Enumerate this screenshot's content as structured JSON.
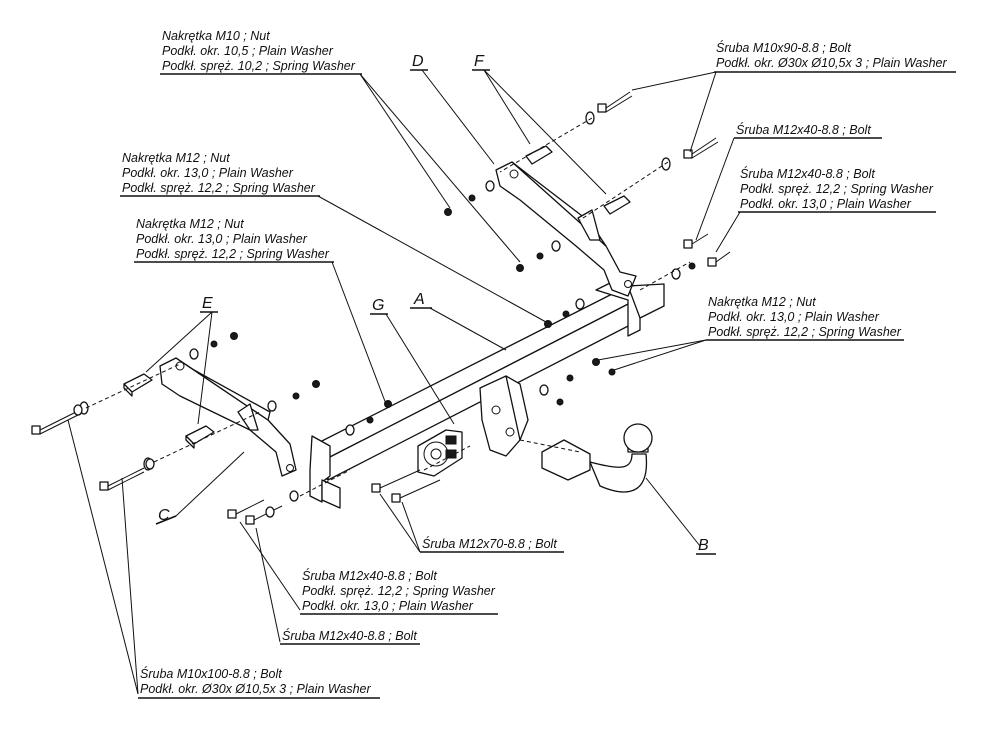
{
  "labels": {
    "nut_m10_1": "Nakrętka  M10 ; Nut",
    "nut_m10_2": "Podkł. okr. 10,5 ;  Plain Washer",
    "nut_m10_3": "Podkł. spręż. 10,2 ; Spring Washer",
    "nut_m12a_1": "Nakrętka  M12 ; Nut",
    "nut_m12a_2": "Podkł. okr. 13,0 ;  Plain Washer",
    "nut_m12a_3": "Podkł. spręż. 12,2 ; Spring Washer",
    "nut_m12b_1": "Nakrętka  M12 ; Nut",
    "nut_m12b_2": "Podkł. okr. 13,0 ;  Plain Washer",
    "nut_m12b_3": "Podkł. spręż. 12,2 ; Spring Washer",
    "bolt_m10x90_1": "Śruba M10x90-8.8 ;  Bolt",
    "bolt_m10x90_2": "Podkł. okr.  Ø30x Ø10,5x 3 ; Plain Washer",
    "bolt_m12x40_top": "Śruba M12x40-8.8 ;  Bolt",
    "bolt_m12x40_r1": "Śruba M12x40-8.8 ;  Bolt",
    "bolt_m12x40_r2": "Podkł. spręż. 12,2 ; Spring Washer",
    "bolt_m12x40_r3": "Podkł. okr. 13,0 ;  Plain Washer",
    "nut_m12c_1": "Nakrętka  M12 ; Nut",
    "nut_m12c_2": "Podkł. okr. 13,0 ;  Plain Washer",
    "nut_m12c_3": "Podkł. spręż. 12,2 ; Spring Washer",
    "bolt_m12x70": "Śruba M12x70-8.8 ;  Bolt",
    "bolt_m12x40_b1": "Śruba M12x40-8.8 ;  Bolt",
    "bolt_m12x40_b2": "Podkł. spręż. 12,2 ; Spring Washer",
    "bolt_m12x40_b3": "Podkł. okr. 13,0 ;  Plain Washer",
    "bolt_m12x40_single": "Śruba M12x40-8.8 ;  Bolt",
    "bolt_m10x100_1": "Śruba M10x100-8.8 ;  Bolt",
    "bolt_m10x100_2": "Podkł. okr.  Ø30x Ø10,5x 3 ; Plain Washer"
  },
  "letters": {
    "A": "A",
    "B": "B",
    "C": "C",
    "D": "D",
    "E": "E",
    "F": "F",
    "G": "G"
  }
}
